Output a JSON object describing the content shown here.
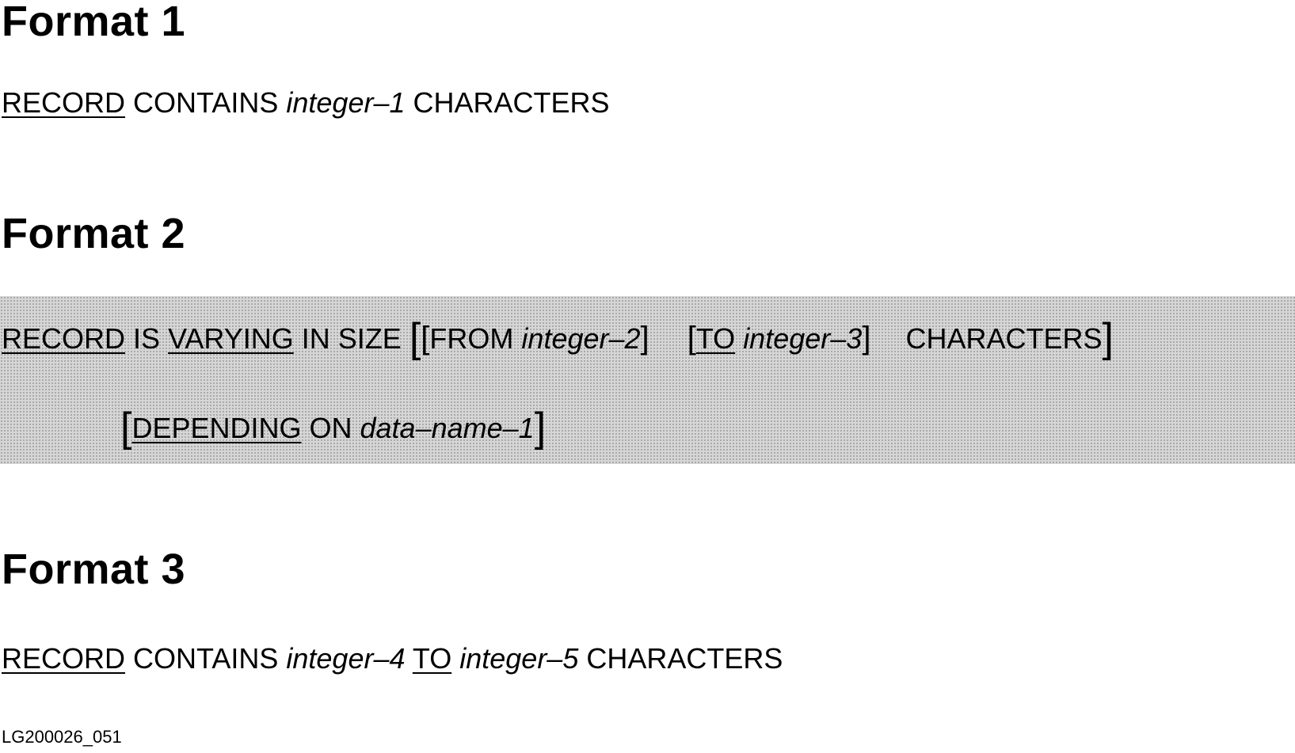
{
  "format1": {
    "heading": "Format 1",
    "record": "RECORD",
    "contains": "CONTAINS",
    "integer1": "integer–1",
    "characters": "CHARACTERS"
  },
  "format2": {
    "heading": "Format 2",
    "record": "RECORD",
    "is": "IS",
    "varying": "VARYING",
    "in_size": "IN SIZE",
    "open_big": "[",
    "open_from": "[",
    "from": "FROM",
    "integer2": "integer–2",
    "close_from": "]",
    "open_to": "[",
    "to": "TO",
    "integer3": "integer–3",
    "close_to": "]",
    "characters": "CHARACTERS",
    "close_big": "]",
    "open_dep": "[",
    "depending": "DEPENDING",
    "on": "ON",
    "data_name1": "data–name–1",
    "close_dep": "]"
  },
  "format3": {
    "heading": "Format 3",
    "record": "RECORD",
    "contains": "CONTAINS",
    "integer4": "integer–4",
    "to": "TO",
    "integer5": "integer–5",
    "characters": "CHARACTERS"
  },
  "caption": "LG200026_051"
}
